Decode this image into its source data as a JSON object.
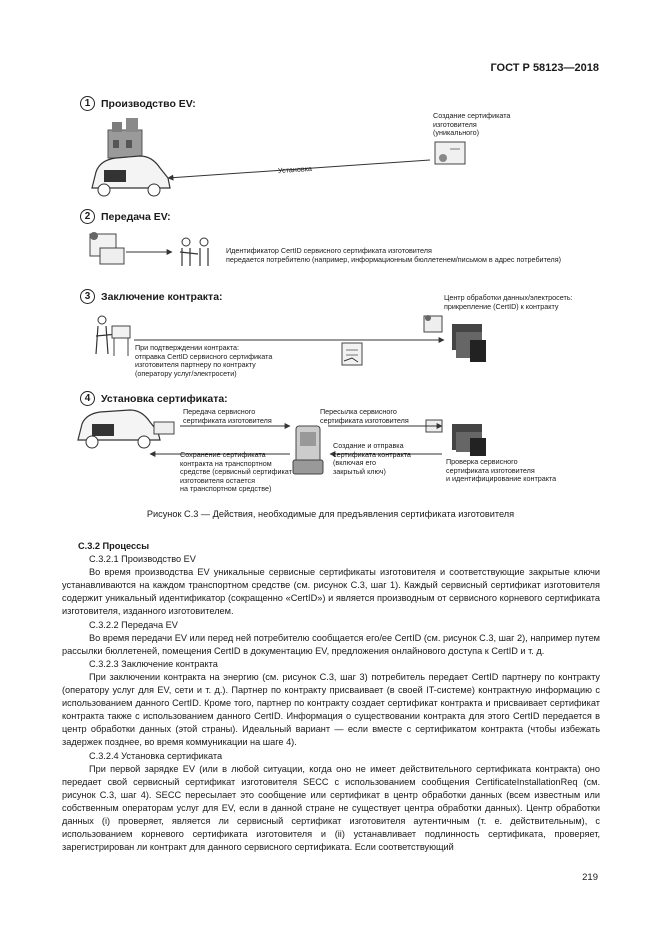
{
  "header": {
    "standard": "ГОСТ Р 58123—2018"
  },
  "figure": {
    "steps": [
      {
        "num": "1",
        "title": "Производство EV:"
      },
      {
        "num": "2",
        "title": "Передача EV:"
      },
      {
        "num": "3",
        "title": "Заключение контракта:"
      },
      {
        "num": "4",
        "title": "Установка сертификата:"
      }
    ],
    "labels": {
      "s1_create": "Создание сертификата\nизготовителя\n(уникального)",
      "s1_install": "Установка",
      "s2_id": "Идентификатор CertID сервисного сертификата изготовителя\nпередается потребителю (например, информационным бюллетенем/письмом в адрес потребителя)",
      "s3_center": "Центр обработки данных/электросеть:\nприкрепление (CertID) к контракту",
      "s3_confirm": "При подтверждении контракта:\nотправка CertID сервисного сертификата\nизготовителя партнеру по контракту\n(оператору услуг/электросети)",
      "s4_transfer": "Передача сервисного\nсертификата изготовителя",
      "s4_forward": "Пересылка сервисного\nсертификата изготовителя",
      "s4_create_send": "Создание и отправка\nсертификата контракта\n(включая его\nзакрытый ключ)",
      "s4_save": "Сохранение сертификата\nконтракта на транспортном\nсредстве (сервисный сертификат\nизготовителя остается\nна транспортном средстве)",
      "s4_check": "Проверка сервисного\nсертификата изготовителя\nи идентифицирование контракта"
    },
    "caption": "Рисунок С.3 — Действия, необходимые для предъявления сертификата изготовителя"
  },
  "text": {
    "h_processes": "С.3.2 Процессы",
    "s1": "С.3.2.1 Производство EV",
    "p1": "Во время производства EV уникальные сервисные сертификаты изготовителя и соответствующие закрытые ключи устанавливаются на каждом транспортном средстве (см. рисунок С.3, шаг 1). Каждый сервисный сертификат изготовителя содержит уникальный идентификатор (сокращенно «CertID») и является производным от сервисного корневого сертификата изготовителя, изданного изготовителем.",
    "s2": "С.3.2.2 Передача EV",
    "p2": "Во время передачи EV или перед ней потребителю сообщается его/ее CertID (см. рисунок С.3, шаг 2), например путем рассылки бюллетеней, помещения CertID в документацию EV, предложения онлайнового доступа к CertID и т. д.",
    "s3": "С.3.2.3 Заключение контракта",
    "p3": "При заключении контракта на энергию (см. рисунок С.3, шаг 3) потребитель передает CertID партнеру по контракту (оператору услуг для EV, сети и т. д.). Партнер по контракту присваивает (в своей IT-системе) контрактную информацию с использованием данного CertID. Кроме того, партнер по контракту создает сертификат контракта и присваивает сертификат контракта также с использованием данного CertID. Информация о существовании контракта для этого CertID передается в центр обработки данных (этой страны). Идеальный вариант — если вместе с сертификатом контракта (чтобы избежать задержек позднее, во время коммуникации на шаге 4).",
    "s4": "С.3.2.4 Установка сертификата",
    "p4": "При первой зарядке EV (или в любой ситуации, когда оно не имеет действительного сертификата контракта) оно передает свой сервисный сертификат изготовителя SECC с использованием сообщения CertificateInstallationReq (см. рисунок С.3, шаг 4). SECC пересылает это сообщение или сертификат в центр обработки данных (всем известным или собственным операторам услуг для EV, если в данной стране не существует центра обработки данных). Центр обработки данных (i) проверяет, является ли сервисный сертификат изготовителя аутентичным (т. е. действительным), с использованием корневого сертификата изготовителя и (ii) устанавливает подлинность сертификата, проверяет, зарегистрирован ли контракт для данного сервисного сертификата. Если соответствующий"
  },
  "page_number": "219"
}
